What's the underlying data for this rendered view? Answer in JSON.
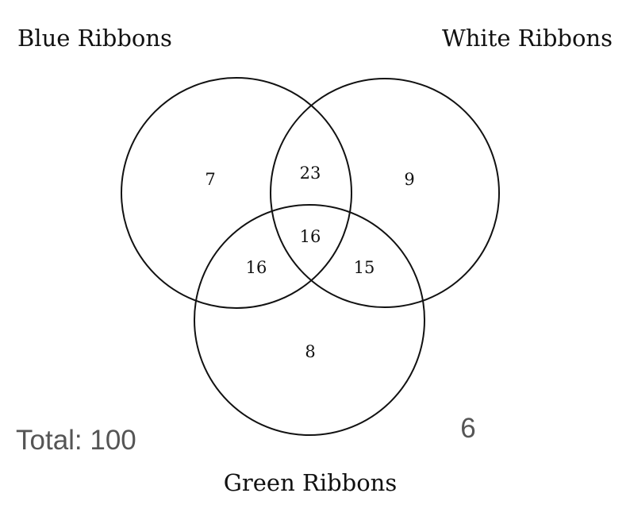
{
  "sets": {
    "blue": "Blue Ribbons",
    "white": "White Ribbons",
    "green": "Green Ribbons"
  },
  "regions": {
    "blue_only": "7",
    "white_only": "9",
    "green_only": "8",
    "blue_white": "23",
    "blue_green": "16",
    "white_green": "15",
    "all_three": "16"
  },
  "outside": "6",
  "total_label": "Total: 100"
}
